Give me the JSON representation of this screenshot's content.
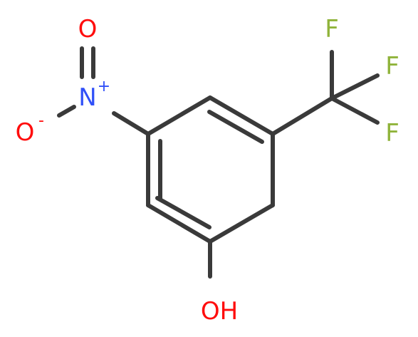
{
  "structure": {
    "atoms": {
      "nitro_O_top": "O",
      "nitro_N": "N",
      "nitro_N_charge": "+",
      "nitro_O_left": "O",
      "nitro_O_charge": "-",
      "fluorine_top": "F",
      "fluorine_right": "F",
      "fluorine_bottom": "F",
      "hydroxyl": "OH"
    },
    "colors": {
      "bond": "#3a3a3a",
      "oxygen": "#ff0d0d",
      "nitrogen": "#3050f8",
      "fluorine": "#8fb33a"
    }
  }
}
